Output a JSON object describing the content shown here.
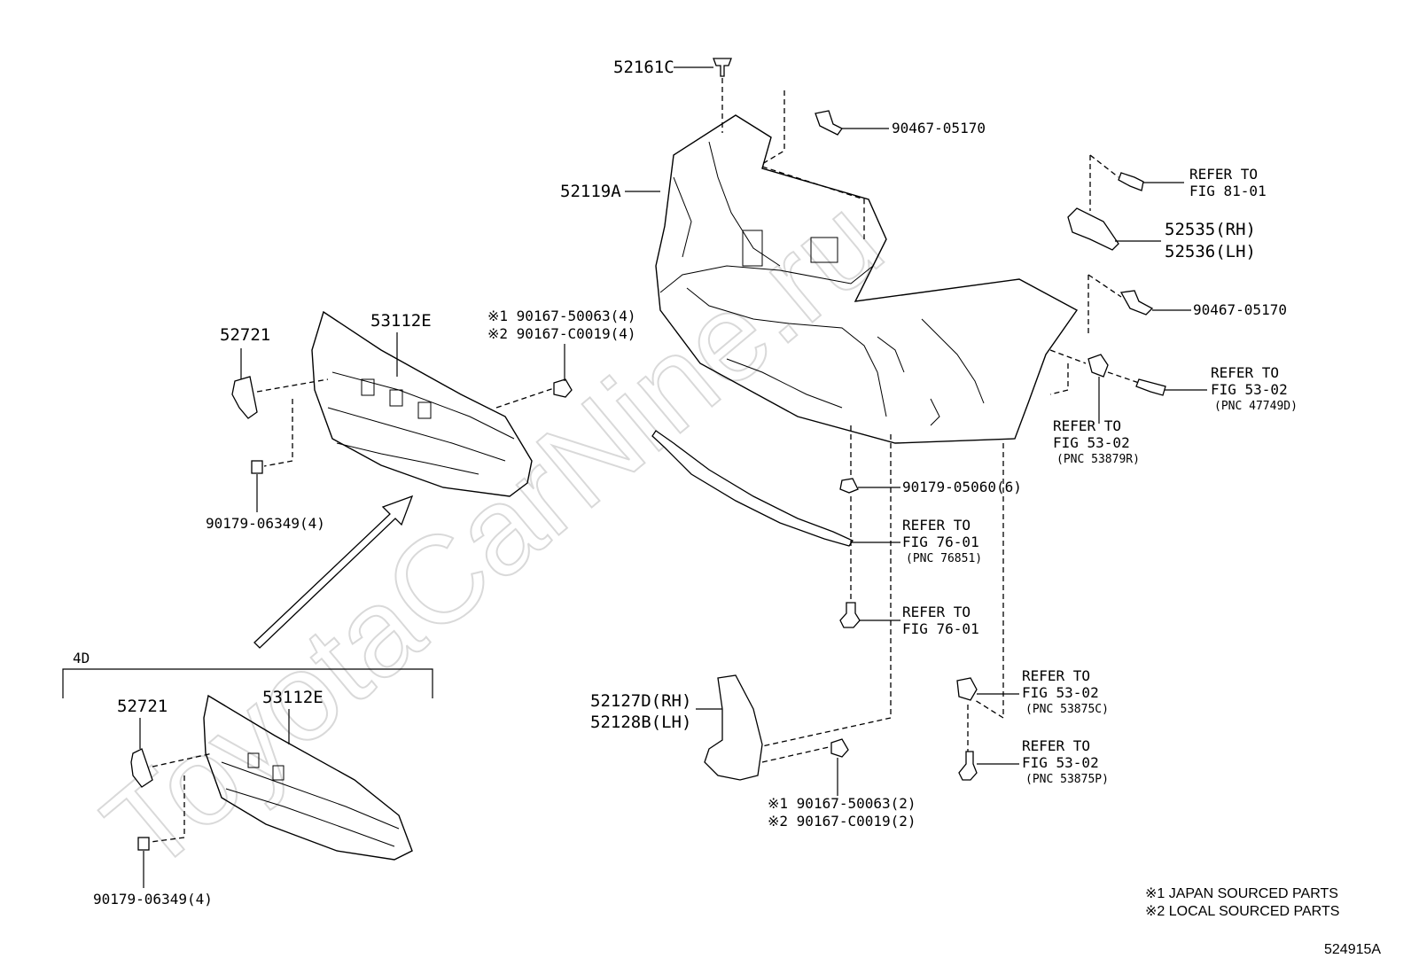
{
  "watermark": "ToyotaCarNine.ru",
  "figure_id": "524915A",
  "group_label": "4D",
  "notes": [
    "※1 JAPAN SOURCED PARTS",
    "※2 LOCAL SOURCED PARTS"
  ],
  "labels": {
    "p52161C": "52161C",
    "p52119A": "52119A",
    "p90467_top": "90467-05170",
    "refer81_1": "REFER TO",
    "refer81_2": "FIG 81-01",
    "p52535": "52535(RH)",
    "p52536": "52536(LH)",
    "p90467_right": "90467-05170",
    "refer47749_1": "REFER TO",
    "refer47749_2": "FIG 53-02",
    "refer47749_3": "(PNC 47749D)",
    "refer53879_1": "REFER TO",
    "refer53879_2": "FIG 53-02",
    "refer53879_3": "(PNC 53879R)",
    "p90179_05060": "90179-05060(6)",
    "refer76851_1": "REFER TO",
    "refer76851_2": "FIG 76-01",
    "refer76851_3": "(PNC 76851)",
    "refer7601_1": "REFER TO",
    "refer7601_2": "FIG 76-01",
    "refer53875C_1": "REFER TO",
    "refer53875C_2": "FIG 53-02",
    "refer53875C_3": "(PNC 53875C)",
    "refer53875P_1": "REFER TO",
    "refer53875P_2": "FIG 53-02",
    "refer53875P_3": "(PNC 53875P)",
    "p52127D": "52127D(RH)",
    "p52128B": "52128B(LH)",
    "bolt2_1": "※1 90167-50063(2)",
    "bolt2_2": "※2 90167-C0019(2)",
    "bolt4_1": "※1 90167-50063(4)",
    "bolt4_2": "※2 90167-C0019(4)",
    "p52721_upper": "52721",
    "p53112E_upper": "53112E",
    "p90179_upper": "90179-06349(4)",
    "p52721_lower": "52721",
    "p53112E_lower": "53112E",
    "p90179_lower": "90179-06349(4)"
  }
}
